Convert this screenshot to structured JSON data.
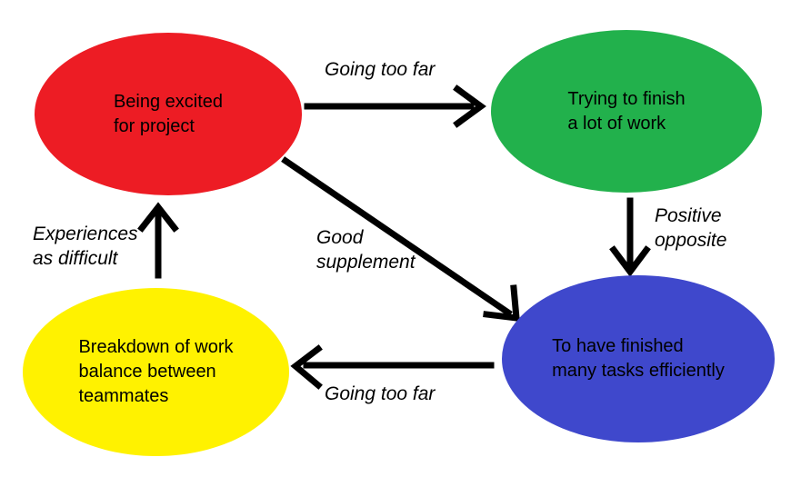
{
  "diagram": {
    "background_color": "#ffffff",
    "arrow_color": "#000000",
    "text_color": "#000000",
    "nodes": [
      {
        "id": "being-excited",
        "label": "Being excited\nfor project",
        "color": "#ed1c24"
      },
      {
        "id": "trying-to-finish",
        "label": "Trying to finish\na lot of work",
        "color": "#22b14c"
      },
      {
        "id": "to-have-finished",
        "label": "To have finished\nmany tasks efficiently",
        "color": "#3f48cc"
      },
      {
        "id": "breakdown",
        "label": "Breakdown of work\nbalance between\nteammates",
        "color": "#fff200"
      }
    ],
    "edges": [
      {
        "from": "being-excited",
        "to": "trying-to-finish",
        "label": "Going too far"
      },
      {
        "from": "trying-to-finish",
        "to": "to-have-finished",
        "label": "Positive\nopposite"
      },
      {
        "from": "being-excited",
        "to": "to-have-finished",
        "label": "Good\nsupplement"
      },
      {
        "from": "to-have-finished",
        "to": "breakdown",
        "label": "Going too far"
      },
      {
        "from": "breakdown",
        "to": "being-excited",
        "label": "Experiences\nas difficult"
      }
    ]
  }
}
